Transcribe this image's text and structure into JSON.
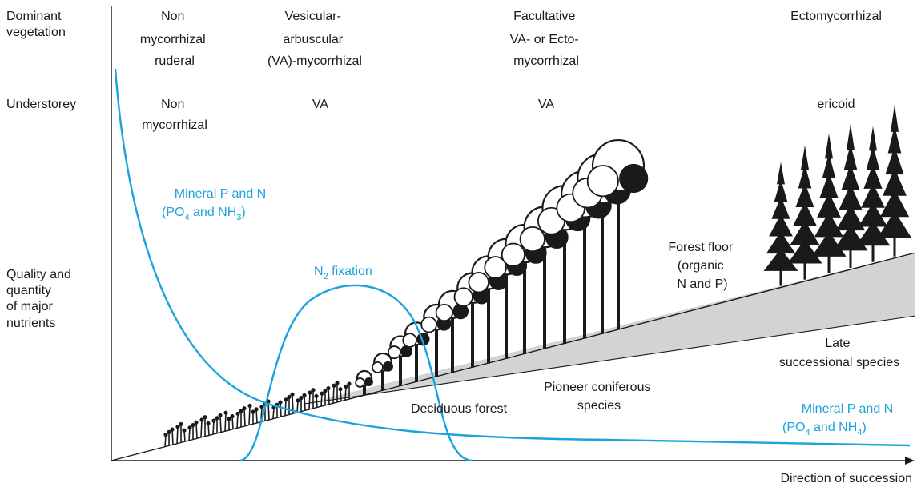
{
  "row_labels": {
    "dominant": [
      "Dominant",
      "vegetation"
    ],
    "understorey": "Understorey",
    "nutrients": [
      "Quality and",
      "quantity",
      "of major",
      "nutrients"
    ]
  },
  "dominant_vegetation": {
    "col1": [
      "Non",
      "mycorrhizal",
      "ruderal"
    ],
    "col2": [
      "Vesicular-",
      "arbuscular",
      "(VA)-mycorrhizal"
    ],
    "col3": [
      "Facultative",
      "VA- or Ecto-",
      "mycorrhizal"
    ],
    "col4": "Ectomycorrhizal"
  },
  "understorey": {
    "col1": [
      "Non",
      "mycorrhizal"
    ],
    "col2": "VA",
    "col3": "VA",
    "col4": "ericoid"
  },
  "curve_labels": {
    "mineral_top_line1": "Mineral P and N",
    "mineral_top_a": "(PO",
    "mineral_top_sub1": "4",
    "mineral_top_b": " and NH",
    "mineral_top_sub2": "3",
    "mineral_top_c": ")",
    "n2_a": "N",
    "n2_sub": "2",
    "n2_b": " fixation",
    "mineral_bottom_line1": "Mineral P and N",
    "mineral_bottom_a": "(PO",
    "mineral_bottom_sub1": "4",
    "mineral_bottom_b": " and NH",
    "mineral_bottom_sub2": "4",
    "mineral_bottom_c": ")"
  },
  "region_labels": {
    "forest_floor": [
      "Forest floor",
      "(organic",
      "N and P)"
    ],
    "late": [
      "Late",
      "successional species"
    ],
    "pioneer": [
      "Pioneer coniferous",
      "species"
    ],
    "deciduous": "Deciduous forest"
  },
  "axis": {
    "x_label": "Direction of succession"
  },
  "colors": {
    "curve": "#1aa3dc",
    "wedge": "#d3d3d3",
    "ink": "#1a1a1a"
  }
}
